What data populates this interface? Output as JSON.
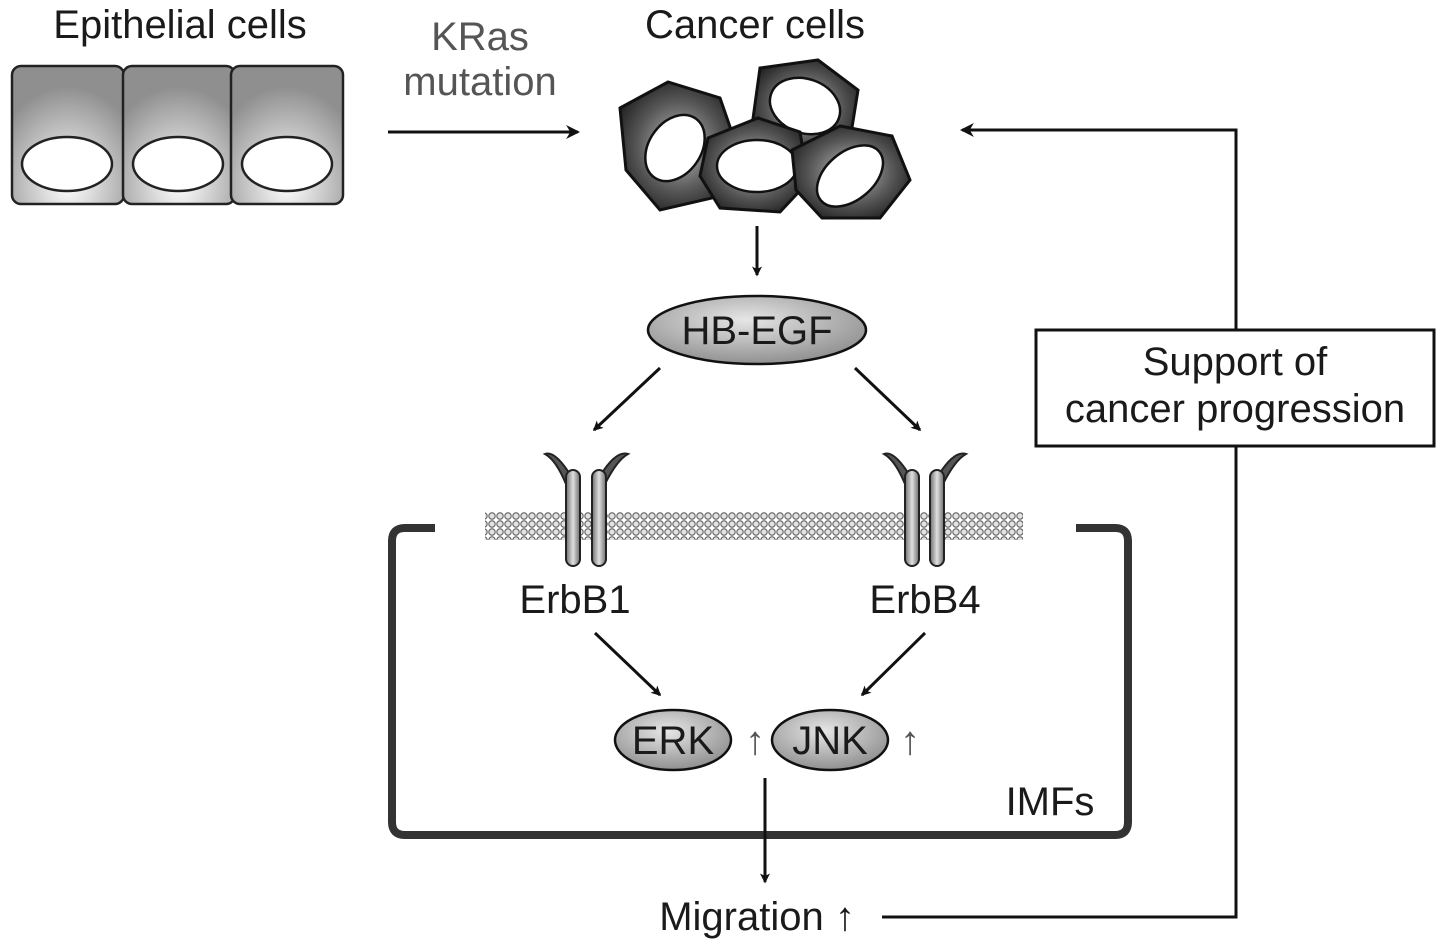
{
  "labels": {
    "epithelial_cells": "Epithelial cells",
    "kras_line1": "KRas",
    "kras_line2": "mutation",
    "cancer_cells": "Cancer cells",
    "hb_egf": "HB-EGF",
    "erbb1": "ErbB1",
    "erbb4": "ErbB4",
    "erk": "ERK",
    "jnk": "JNK",
    "up_arrow": "↑",
    "imfs": "IMFs",
    "migration": "Migration ↑",
    "support_line1": "Support of",
    "support_line2": "cancer progression"
  },
  "colors": {
    "ink": "#111111",
    "cell_fill": "#9a9a9a",
    "cell_light": "#e8e8e8",
    "cancer_dark": "#2a2a2a",
    "ellipse_fill": "#a8a8a8",
    "kras_text": "#555555"
  }
}
